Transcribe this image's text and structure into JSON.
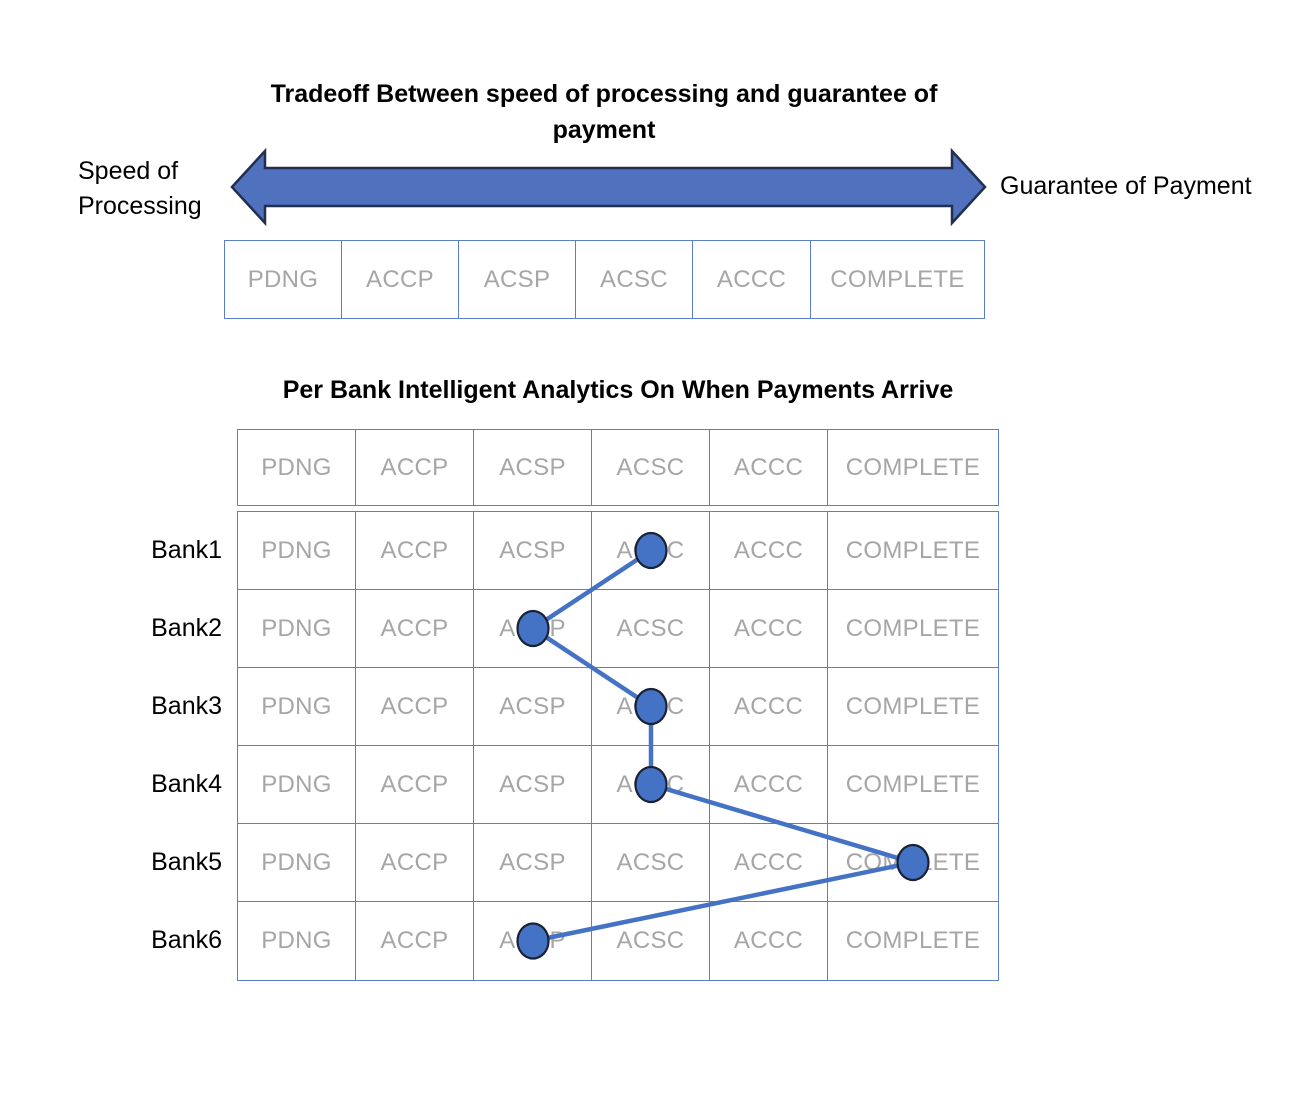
{
  "slide": {
    "tradeoff": {
      "title": "Tradeoff Between speed of processing and guarantee of payment",
      "left_label": "Speed of Processing",
      "right_label": "Guarantee of Payment",
      "arrow_icon": "double-headed-horizontal-arrow",
      "statuses": [
        "PDNG",
        "ACCP",
        "ACSP",
        "ACSC",
        "ACCC",
        "COMPLETE"
      ]
    },
    "analytics": {
      "title": "Per Bank Intelligent Analytics On When Payments Arrive",
      "statuses": [
        "PDNG",
        "ACCP",
        "ACSP",
        "ACSC",
        "ACCC",
        "COMPLETE"
      ],
      "banks": [
        {
          "name": "Bank1",
          "arrival_status": "ACSC"
        },
        {
          "name": "Bank2",
          "arrival_status": "ACSP"
        },
        {
          "name": "Bank3",
          "arrival_status": "ACSC"
        },
        {
          "name": "Bank4",
          "arrival_status": "ACSC"
        },
        {
          "name": "Bank5",
          "arrival_status": "COMPLETE"
        },
        {
          "name": "Bank6",
          "arrival_status": "ACSP"
        }
      ]
    },
    "colors": {
      "arrow_fill": "#4F71BE",
      "arrow_border": "#222F4F",
      "table_border": "#5B7FC7",
      "cell_text": "#A6A6A6",
      "marker_fill": "#4472C4",
      "marker_border": "#1A2133",
      "connector_line": "#4472C4"
    }
  }
}
